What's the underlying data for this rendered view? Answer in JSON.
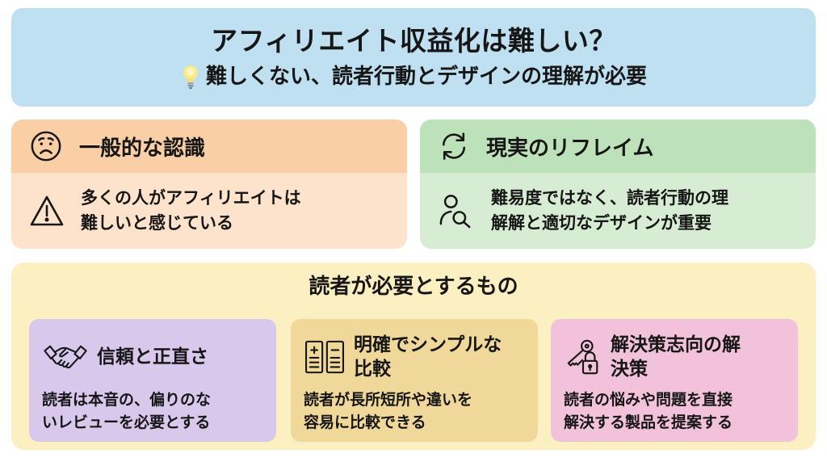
{
  "header": {
    "title": "アフィリエイト収益化は難しい？",
    "subtitle": "難しくない、読者行動とデザインの理解が必要",
    "subtitle_icon": "lightbulb-icon",
    "background": "#bfe0f0"
  },
  "perception": {
    "heading": "一般的な認識",
    "heading_icon": "worried-face-icon",
    "body": "多くの人がアフィリエイトは難しいと感じている",
    "body_line1": "多くの人がアフィリエイトは",
    "body_line2": "難しいと感じている",
    "body_icon": "warning-icon",
    "colors": {
      "head": "#fbcfa6",
      "body": "#fde2cc"
    }
  },
  "reframe": {
    "heading": "現実のリフレイム",
    "heading_icon": "refresh-cycle-icon",
    "body": "難易度ではなく、読者行動の理解解と適切なデザインが重要",
    "body_line1": "難易度ではなく、読者行動の理",
    "body_line2": "解解と適切なデザインが重要",
    "body_icon": "user-search-icon",
    "colors": {
      "head": "#bde1b8",
      "body": "#d6ecd3"
    }
  },
  "needs": {
    "title": "読者が必要とするもの",
    "background": "#fcf0c3",
    "cards": [
      {
        "title": "信頼と正直さ",
        "title_line1": "信頼と正直さ",
        "title_line2": "",
        "icon": "handshake-icon",
        "body_line1": "読者は本音の、偏りのな",
        "body_line2": "いレビューを必要とする",
        "color": "#d8c8ec"
      },
      {
        "title": "明確でシンプルな比較",
        "title_line1": "明確でシンプルな",
        "title_line2": "比較",
        "icon": "comparison-list-icon",
        "body_line1": "読者が長所短所や違いを",
        "body_line2": "容易に比較できる",
        "color": "#efd89a"
      },
      {
        "title": "解決策志向の解決策",
        "title_line1": "解決策志向の解",
        "title_line2": "決策",
        "icon": "key-lock-icon",
        "body_line1": "読者の悩みや問題を直接",
        "body_line2": "解決する製品を提案する",
        "color": "#f2c2db"
      }
    ]
  }
}
